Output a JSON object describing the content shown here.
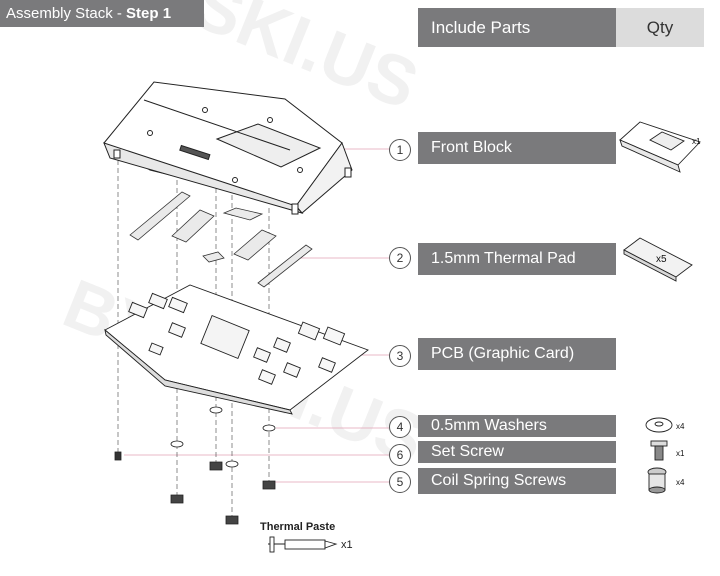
{
  "title": {
    "prefix": "Assembly Stack - ",
    "step": "Step 1"
  },
  "table_header": {
    "parts": "Include Parts",
    "qty": "Qty"
  },
  "parts": [
    {
      "number": "1",
      "name": "Front Block",
      "qty": "x1"
    },
    {
      "number": "2",
      "name": "1.5mm Thermal Pad",
      "qty": "x5"
    },
    {
      "number": "3",
      "name": "PCB (Graphic Card)",
      "qty": ""
    },
    {
      "number": "4",
      "name": "0.5mm Washers",
      "qty": "x4"
    },
    {
      "number": "6",
      "name": "Set Screw",
      "qty": "x1"
    },
    {
      "number": "5",
      "name": "Coil Spring Screws",
      "qty": "x4"
    }
  ],
  "thermal_paste": {
    "label": "Thermal Paste",
    "qty": "x1"
  },
  "watermark": "BYKSKI.US",
  "colors": {
    "bar": "#7a7a7c",
    "qty_header": "#dcdcdc",
    "leader": "#e0a0b4",
    "line": "#222222"
  }
}
